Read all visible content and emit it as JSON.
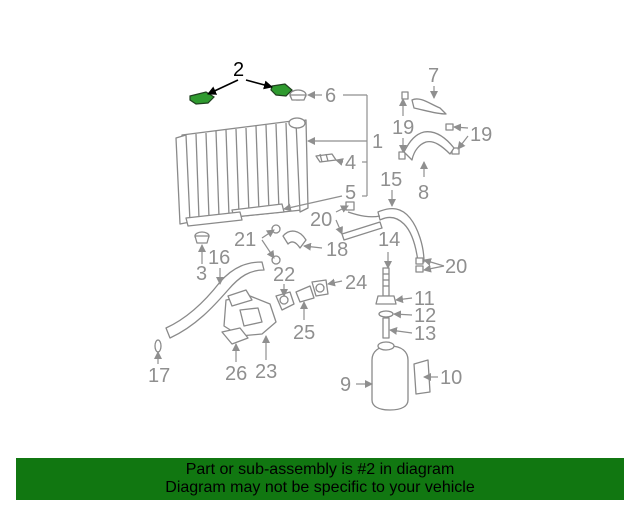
{
  "diagram": {
    "callouts": [
      "1",
      "2",
      "3",
      "4",
      "5",
      "6",
      "7",
      "8",
      "9",
      "10",
      "11",
      "12",
      "13",
      "14",
      "15",
      "16",
      "17",
      "18",
      "19",
      "19",
      "20",
      "20",
      "21",
      "22",
      "23",
      "24",
      "25",
      "26"
    ],
    "highlight_color": "#2f9a2f",
    "line_color": "#8a8a8a"
  },
  "banner": {
    "line1": "Part or sub-assembly is #2 in diagram",
    "line2": "Diagram may not be specific to your vehicle",
    "color": "#117711"
  }
}
